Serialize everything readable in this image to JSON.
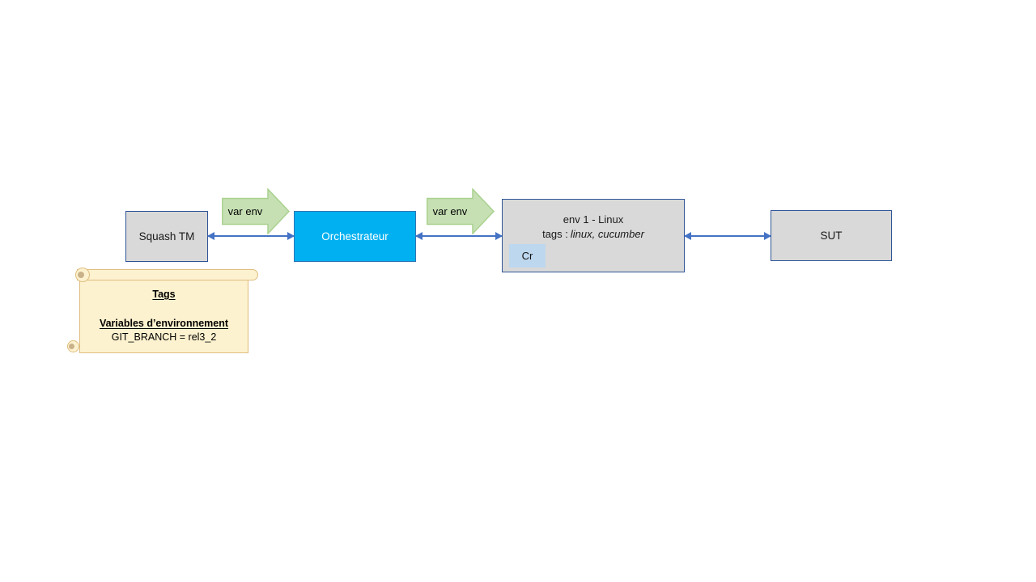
{
  "colors": {
    "canvas_bg": "#ffffff",
    "accent": "#4472c4",
    "node_fill": "#d9d9d9",
    "node_border": "#2f5597",
    "orchestrateur_fill": "#00b0f0",
    "orchestrateur_border": "#2e75b6",
    "green_fill": "#c6e0b4",
    "green_border": "#a9d18e",
    "badge_fill": "#bdd7ee",
    "note_fill": "#fdf2cf",
    "note_border": "#dfbd7f",
    "note_curl": "#c9b189"
  },
  "diagram": {
    "nodes": {
      "squash_tm": {
        "label": "Squash TM"
      },
      "orchestrateur": {
        "label": "Orchestrateur"
      },
      "env1": {
        "title": "env 1 - Linux",
        "tags_label": "tags :",
        "tags_value": "linux, cucumber",
        "badge": "Cr"
      },
      "sut": {
        "label": "SUT"
      }
    },
    "flow_arrows": {
      "var_env_1": {
        "label": "var env"
      },
      "var_env_2": {
        "label": "var env"
      }
    },
    "note": {
      "title": "Tags",
      "subtitle": "Variables d’environnement",
      "line1": "GIT_BRANCH = rel3_2"
    }
  }
}
